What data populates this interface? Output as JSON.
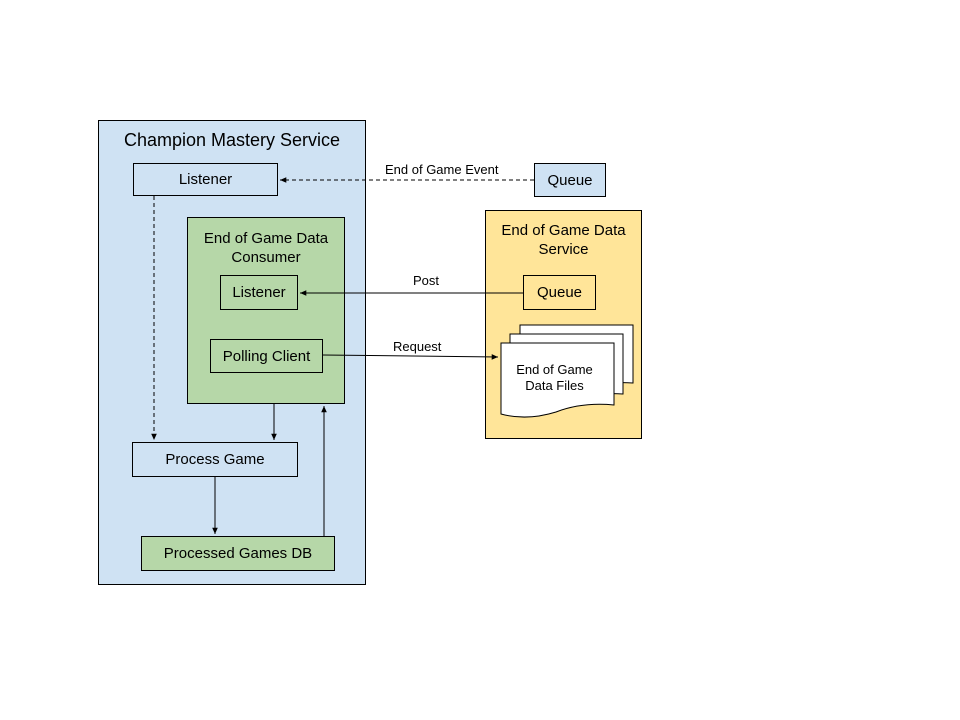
{
  "colors": {
    "blue_fill": "#cfe2f3",
    "green_fill": "#b6d7a8",
    "yellow_fill": "#ffe599",
    "white_fill": "#ffffff",
    "stroke": "#000000"
  },
  "champion_mastery_service": {
    "title": "Champion Mastery Service",
    "listener": "Listener",
    "consumer": {
      "title_line1": "End of Game Data",
      "title_line2": "Consumer",
      "listener": "Listener",
      "polling_client": "Polling Client"
    },
    "process_game": "Process Game",
    "processed_games_db": "Processed Games DB"
  },
  "external_queue": "Queue",
  "end_of_game_data_service": {
    "title_line1": "End of Game Data",
    "title_line2": "Service",
    "queue": "Queue",
    "files_line1": "End of Game",
    "files_line2": "Data Files"
  },
  "edge_labels": {
    "end_of_game_event": "End of Game Event",
    "post": "Post",
    "request": "Request"
  }
}
